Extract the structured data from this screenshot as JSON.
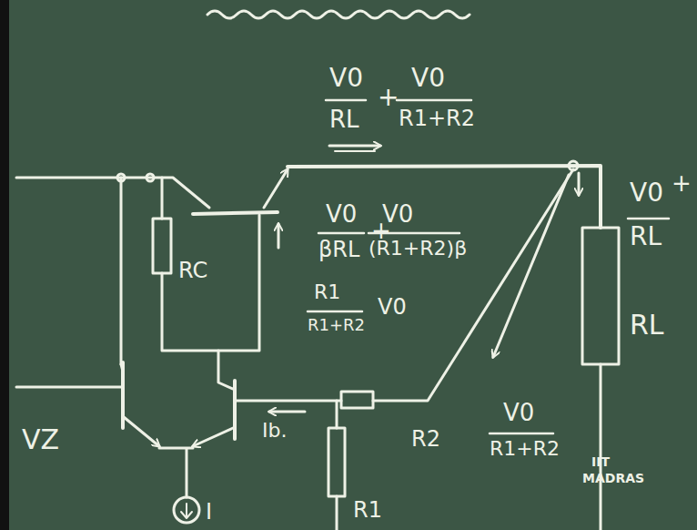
{
  "diagram": {
    "labels": [
      "V0",
      "RL",
      "+",
      "V0",
      "R1+R2",
      "V0",
      "βRL",
      "+",
      "V0",
      "(R1+R2)β",
      "R1",
      "R1+R2",
      "V0",
      "R2",
      "R1",
      "Ib.",
      "V0",
      "RL",
      "RL",
      "+",
      "V0",
      "R1+R2",
      "RC",
      "VZ",
      "I",
      "IIT",
      "MADRAS"
    ]
  }
}
